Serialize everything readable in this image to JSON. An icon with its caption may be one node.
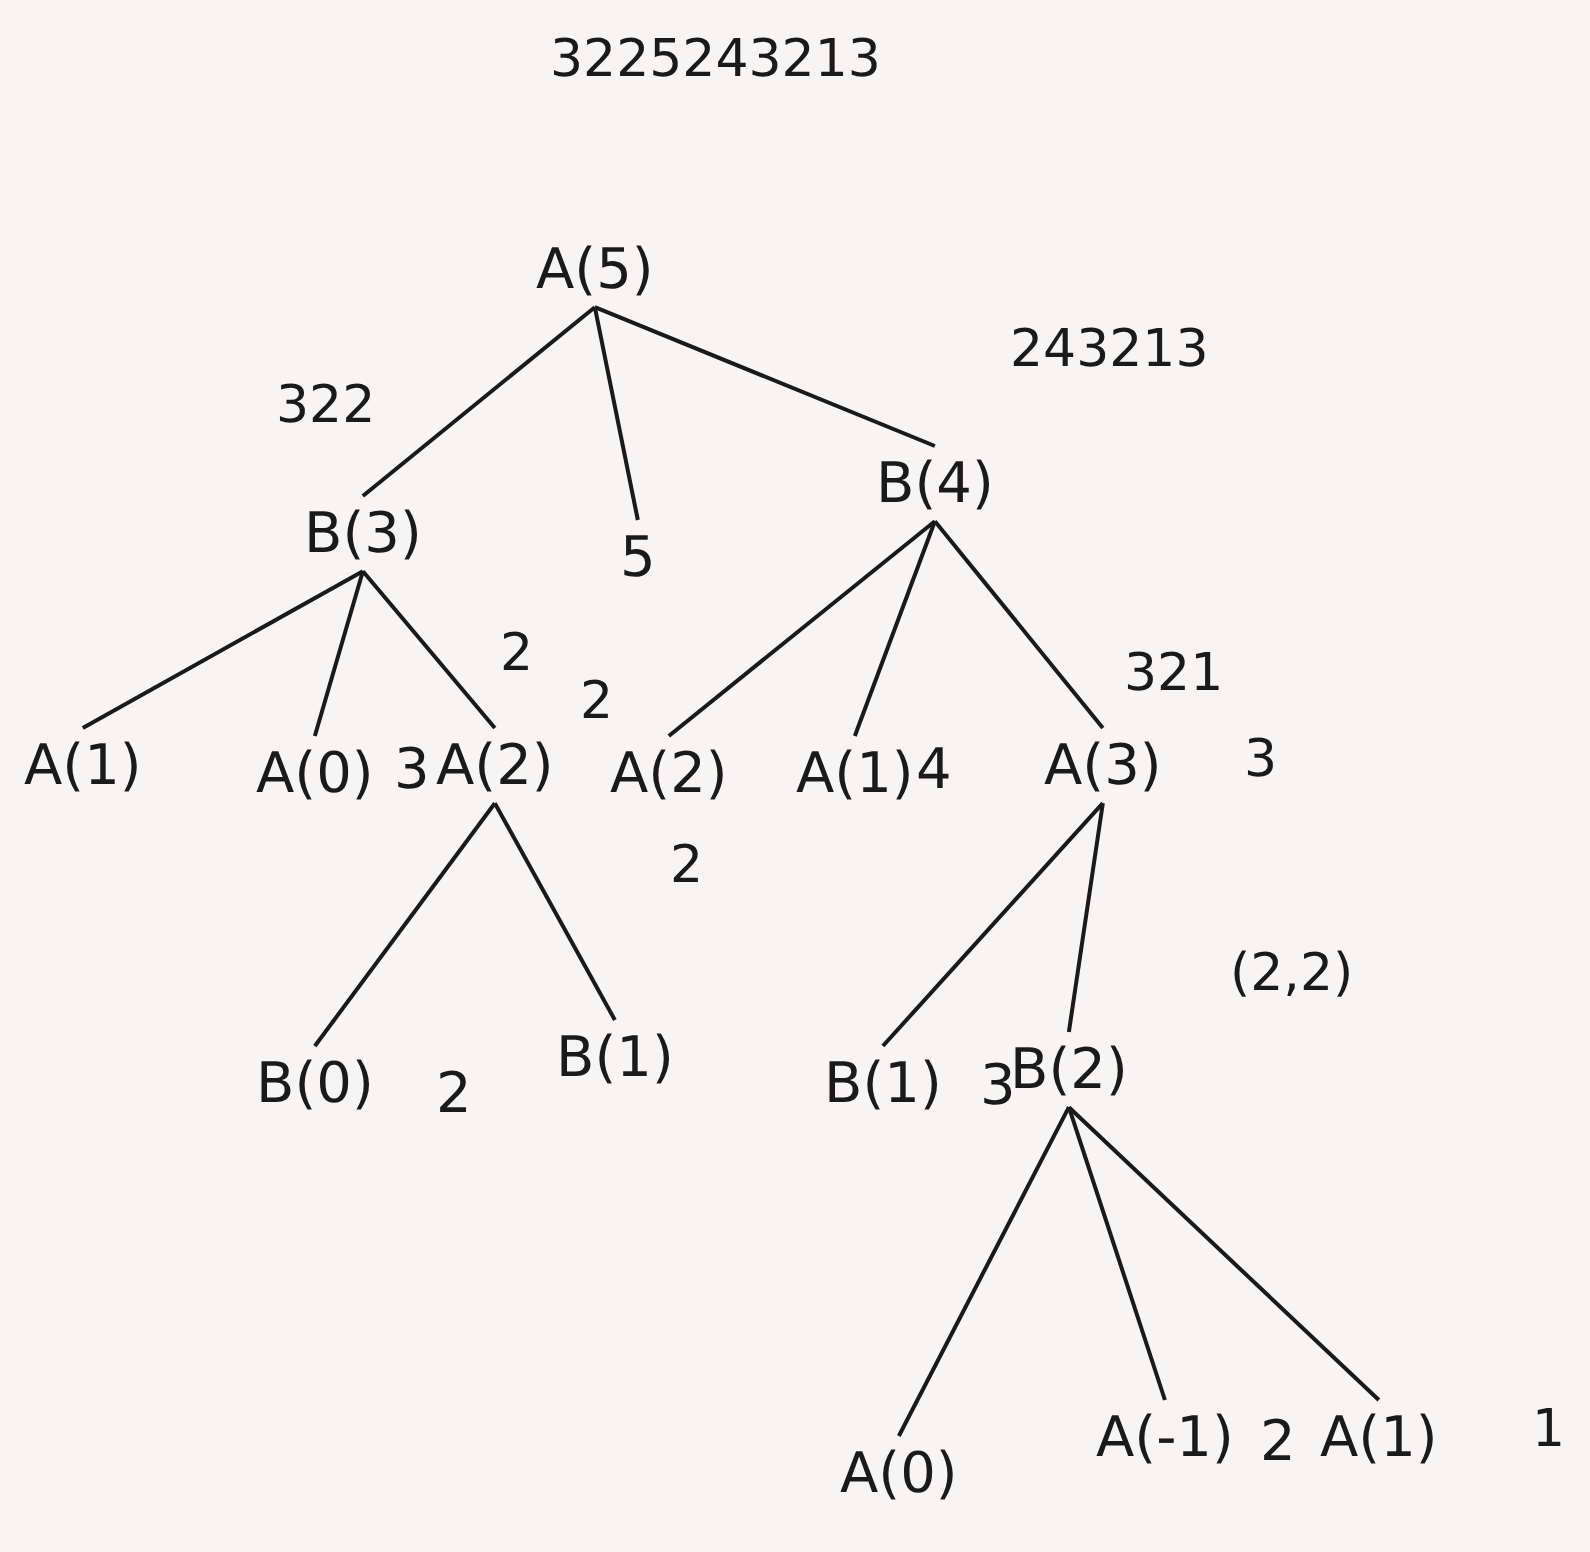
{
  "diagram": {
    "nodes": [
      {
        "text": [
          "A(5)"
        ],
        "beside": [
          "3225243213"
        ]
      },
      {
        "text": [
          "B(3)"
        ],
        "beside": [
          "322"
        ]
      },
      {
        "text": [
          "5"
        ]
      },
      {
        "text": [
          "B(4)"
        ],
        "beside": [
          "243213"
        ]
      },
      {
        "text": [
          "A(1)"
        ]
      },
      {
        "text": [
          "A(0)"
        ]
      },
      {
        "text": [
          "A(2)"
        ],
        "beside": [
          "2",
          "2"
        ]
      },
      {
        "text": [
          "A(2)"
        ],
        "beside": [
          "2"
        ]
      },
      {
        "text": [
          "A(1)"
        ]
      },
      {
        "text": [
          "A(3)"
        ],
        "beside": [
          "321",
          "3"
        ]
      },
      {
        "text": [
          "B(0)"
        ]
      },
      {
        "text": [
          "B(1)"
        ]
      },
      {
        "text": [
          "B(1)"
        ]
      },
      {
        "text": [
          "B(2)"
        ],
        "beside": [
          "(2,2)"
        ]
      },
      {
        "text": [
          "A(0)"
        ]
      },
      {
        "text": [
          "A(-1)"
        ]
      },
      {
        "text": [
          "A(1)"
        ],
        "beside": [
          "1"
        ]
      }
    ],
    "edges": [
      {
        "from": 0,
        "to": 1,
        "arrow": "none"
      },
      {
        "from": 0,
        "to": 2,
        "arrow": "none"
      },
      {
        "from": 0,
        "to": 3,
        "arrow": "none"
      },
      {
        "from": 1,
        "to": 4,
        "arrow": "none"
      },
      {
        "from": 1,
        "to": 5,
        "arrow": "none"
      },
      {
        "from": 1,
        "to": 6,
        "arrow": "none"
      },
      {
        "from": 3,
        "to": 7,
        "arrow": "none"
      },
      {
        "from": 3,
        "to": 8,
        "arrow": "none"
      },
      {
        "from": 3,
        "to": 9,
        "arrow": "none"
      },
      {
        "from": 6,
        "to": 10,
        "arrow": "none"
      },
      {
        "from": 6,
        "to": 11,
        "arrow": "none"
      },
      {
        "from": 9,
        "to": 12,
        "arrow": "none"
      },
      {
        "from": 9,
        "to": 13,
        "arrow": "none"
      },
      {
        "from": 13,
        "to": 14,
        "arrow": "none"
      },
      {
        "from": 13,
        "to": 15,
        "arrow": "none"
      },
      {
        "from": 13,
        "to": 16,
        "arrow": "none"
      }
    ],
    "labels": [
      "3",
      "4",
      "2",
      "3",
      "2"
    ]
  }
}
